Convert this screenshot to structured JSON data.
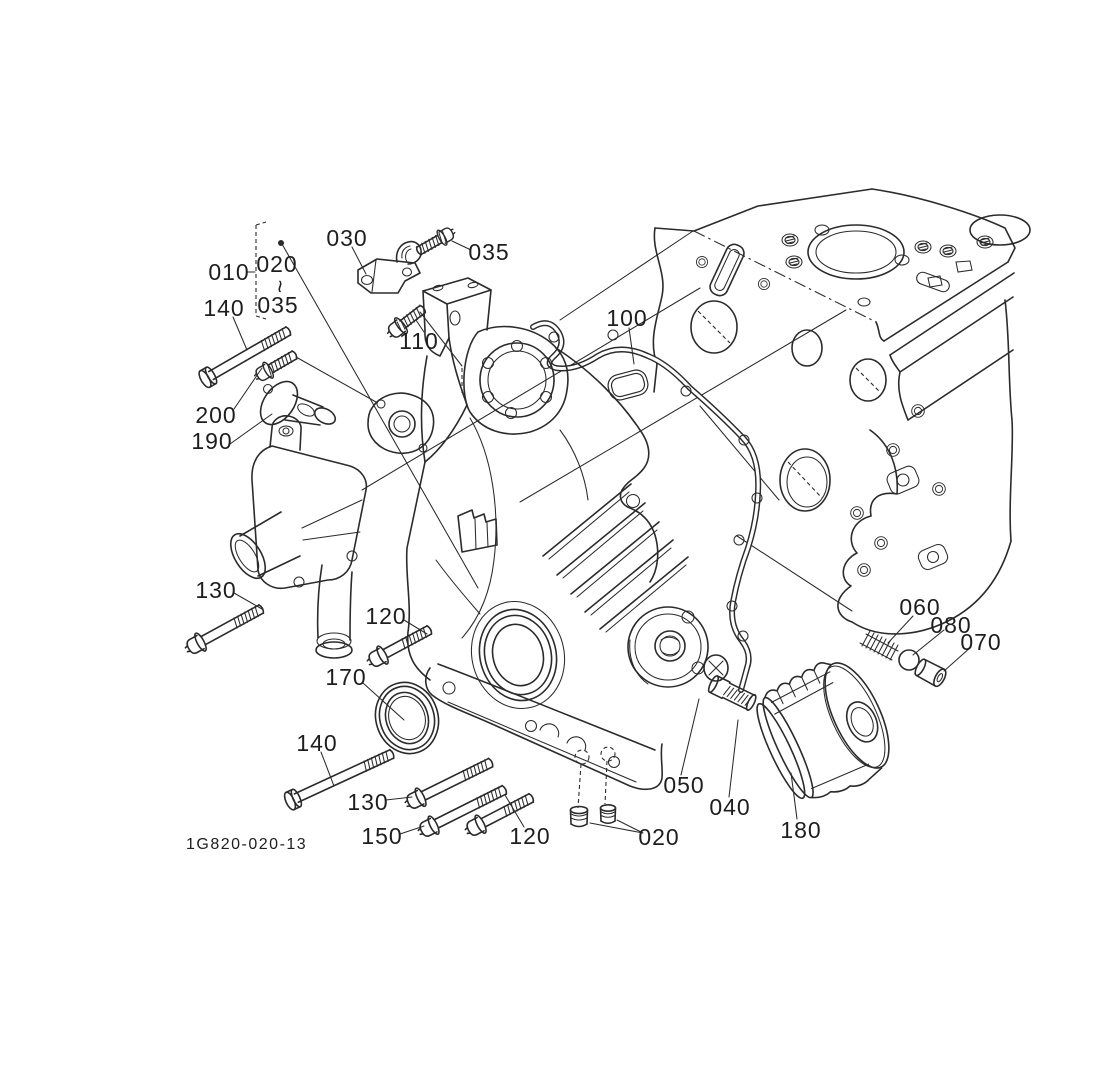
{
  "drawing": {
    "code": "1G820-020-13"
  },
  "colors": {
    "line": "#2b2b2b",
    "background": "#ffffff"
  },
  "callouts": [
    {
      "label": "010"
    },
    {
      "label": "020"
    },
    {
      "label": "~"
    },
    {
      "label": "035"
    },
    {
      "label": "030"
    },
    {
      "label": "035"
    },
    {
      "label": "140"
    },
    {
      "label": "110"
    },
    {
      "label": "200"
    },
    {
      "label": "190"
    },
    {
      "label": "100"
    },
    {
      "label": "130"
    },
    {
      "label": "120"
    },
    {
      "label": "170"
    },
    {
      "label": "140"
    },
    {
      "label": "130"
    },
    {
      "label": "150"
    },
    {
      "label": "120"
    },
    {
      "label": "020"
    },
    {
      "label": "050"
    },
    {
      "label": "040"
    },
    {
      "label": "180"
    },
    {
      "label": "060"
    },
    {
      "label": "080"
    },
    {
      "label": "070"
    }
  ]
}
